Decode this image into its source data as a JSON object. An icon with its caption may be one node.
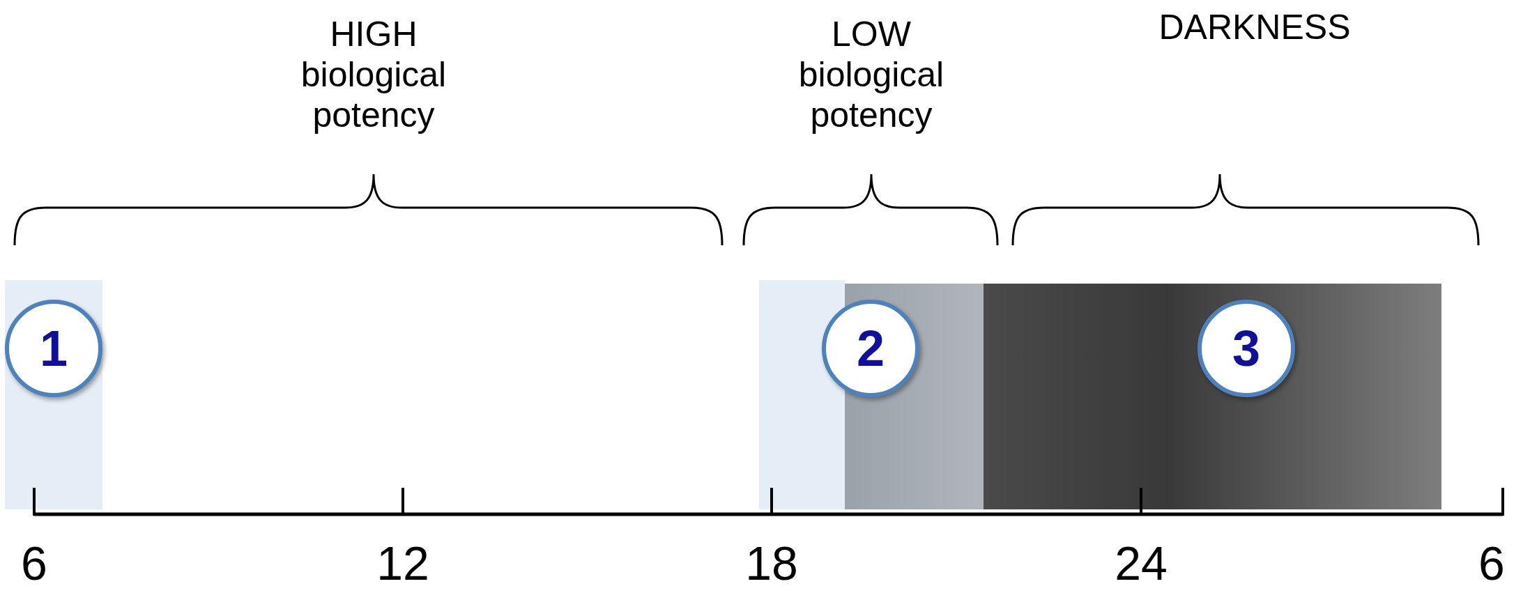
{
  "diagram": {
    "nodes": [
      {
        "text": [
          "1"
        ]
      },
      {
        "text": [
          "2"
        ]
      },
      {
        "text": [
          "3"
        ]
      }
    ],
    "edges": [],
    "labels": [
      "HIGH biological potency",
      "LOW biological potency",
      "DARKNESS",
      "6",
      "12",
      "18",
      "24",
      "6"
    ]
  }
}
